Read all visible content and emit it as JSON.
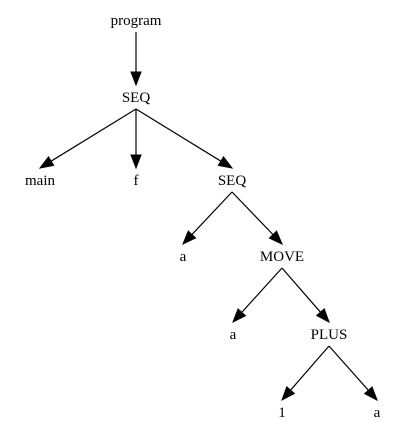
{
  "colors": {
    "background": "#ffffff",
    "ink": "#000000"
  },
  "tree": {
    "nodes": [
      {
        "id": "program",
        "label": "program"
      },
      {
        "id": "seq1",
        "label": "SEQ"
      },
      {
        "id": "main",
        "label": "main"
      },
      {
        "id": "f",
        "label": "f"
      },
      {
        "id": "seq2",
        "label": "SEQ"
      },
      {
        "id": "a1",
        "label": "a"
      },
      {
        "id": "move",
        "label": "MOVE"
      },
      {
        "id": "a2",
        "label": "a"
      },
      {
        "id": "plus",
        "label": "PLUS"
      },
      {
        "id": "one",
        "label": "1"
      },
      {
        "id": "a3",
        "label": "a"
      }
    ],
    "edges": [
      {
        "from": "program",
        "to": "seq1"
      },
      {
        "from": "seq1",
        "to": "main"
      },
      {
        "from": "seq1",
        "to": "f"
      },
      {
        "from": "seq1",
        "to": "seq2"
      },
      {
        "from": "seq2",
        "to": "a1"
      },
      {
        "from": "seq2",
        "to": "move"
      },
      {
        "from": "move",
        "to": "a2"
      },
      {
        "from": "move",
        "to": "plus"
      },
      {
        "from": "plus",
        "to": "one"
      },
      {
        "from": "plus",
        "to": "a3"
      }
    ]
  }
}
